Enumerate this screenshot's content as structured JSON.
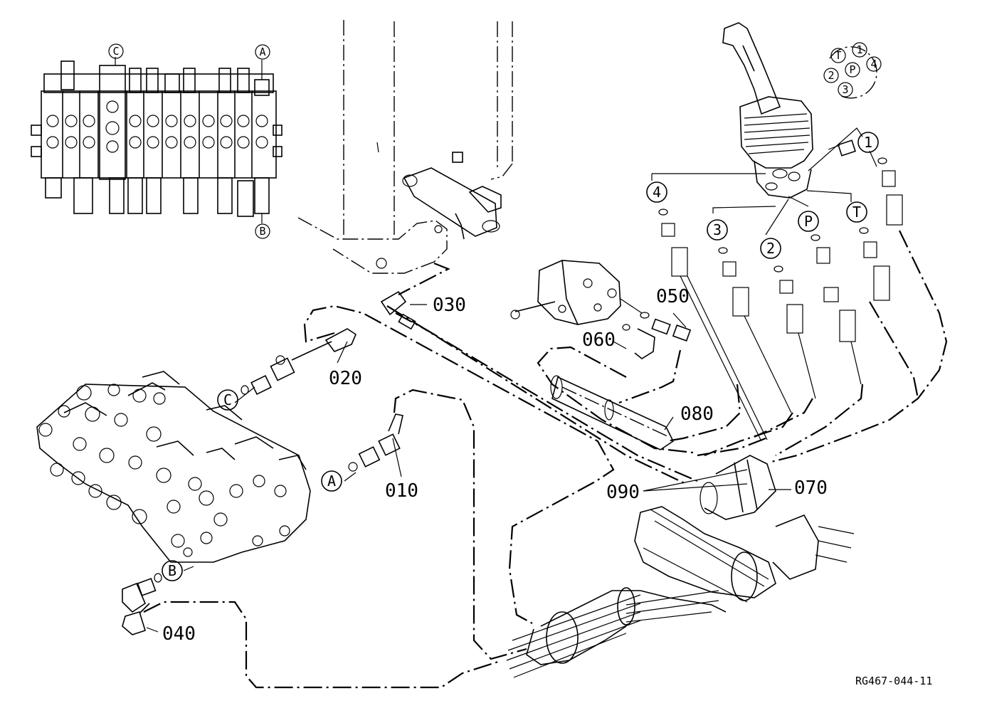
{
  "part_labels": {
    "p010": "010",
    "p020": "020",
    "p030": "030",
    "p040": "040",
    "p050": "050",
    "p060": "060",
    "p070": "070",
    "p080": "080",
    "p090": "090"
  },
  "port_labels": {
    "a": "A",
    "b": "B",
    "c": "C",
    "p1": "1",
    "p2": "2",
    "p3": "3",
    "p4": "4",
    "pp": "P",
    "pt": "T"
  },
  "pattern_labels": {
    "t": "T",
    "one": "1",
    "p": "P",
    "four": "4",
    "two": "2",
    "three": "3"
  },
  "reference_code": "RG467-044-11"
}
